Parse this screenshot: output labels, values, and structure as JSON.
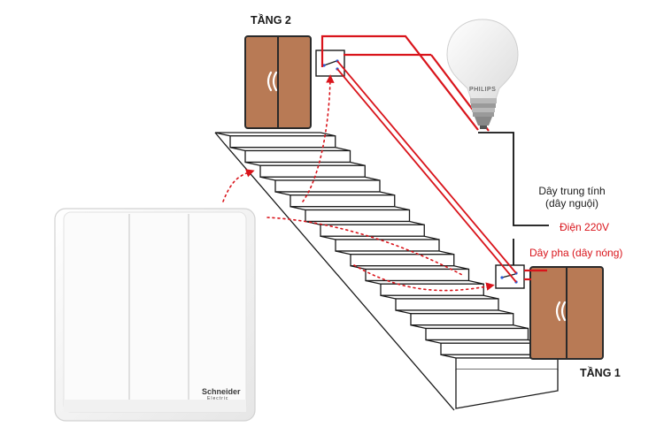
{
  "labels": {
    "floor_top": "TẦNG 2",
    "floor_bottom": "TẦNG 1",
    "neutral_line1": "Dây trung tính",
    "neutral_line2": "(dây nguội)",
    "power": "Điện 220V",
    "phase": "Dây pha (dây nóng)"
  },
  "bulb_brand": "PHILIPS",
  "switch_brand": "Schneider",
  "switch_brand_sub": "Electric",
  "colors": {
    "phase_wire": "#d9141b",
    "neutral_wire": "#111111",
    "door": "#b87a55",
    "door_border": "#2a2a2a",
    "arrow": "#d9141b",
    "switch_plate": "#f7f7f7"
  }
}
